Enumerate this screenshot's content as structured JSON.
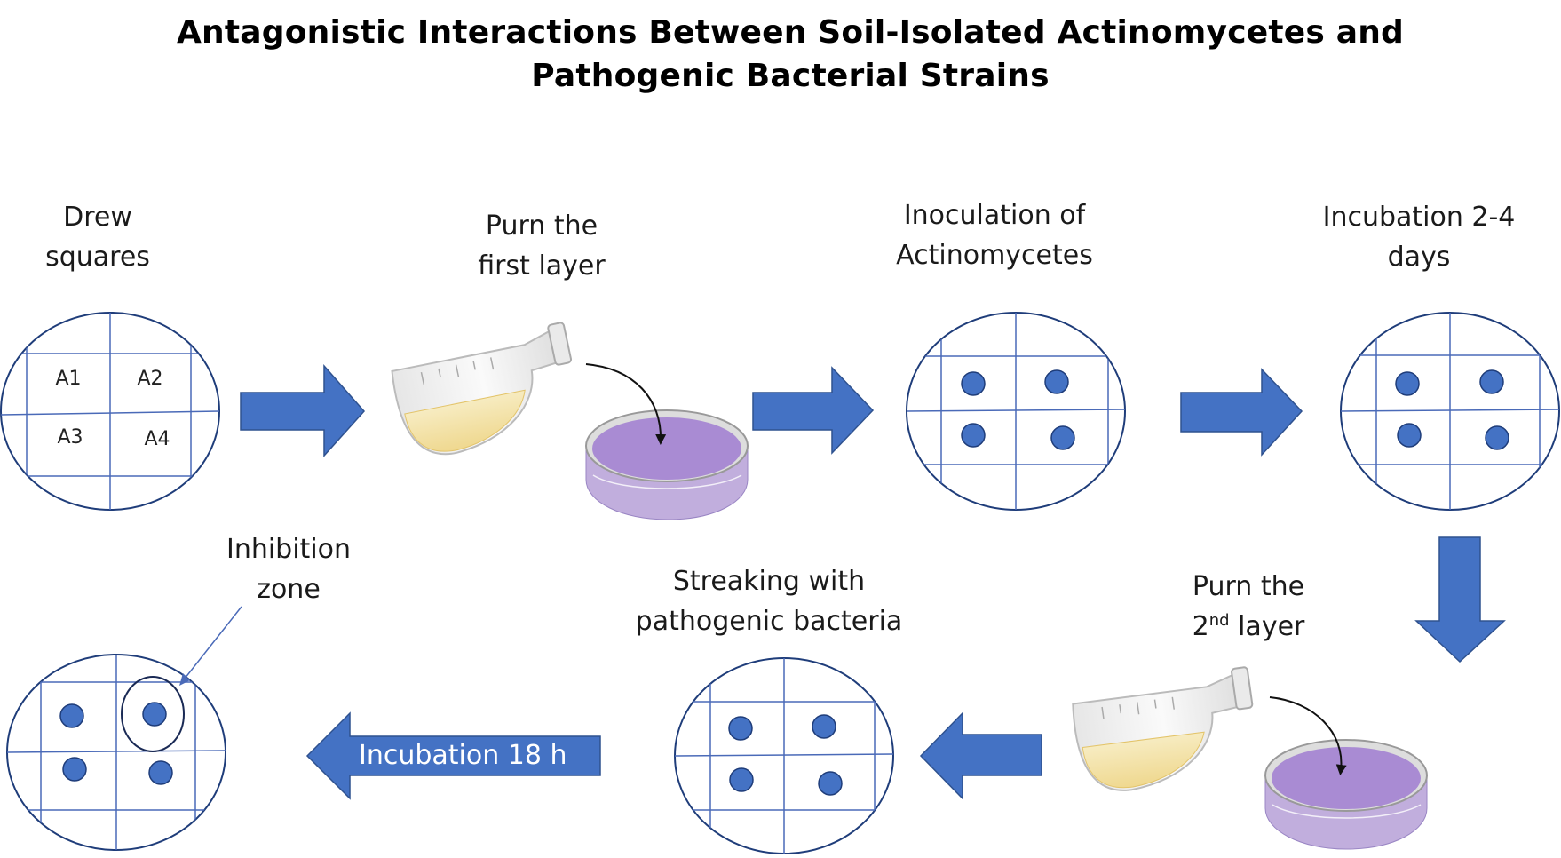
{
  "title": {
    "line1": "Antagonistic Interactions Between Soil-Isolated Actinomycetes and",
    "line2": "Pathogenic Bacterial Strains"
  },
  "steps": {
    "drew_squares": {
      "line1": "Drew",
      "line2": "squares"
    },
    "pour_first": {
      "line1": "Purn the",
      "line2": "first layer"
    },
    "inoculation": {
      "line1": "Inoculation of",
      "line2": "Actinomycetes"
    },
    "incubation_days": {
      "line1": "Incubation 2-4",
      "line2": "days"
    },
    "pour_second": {
      "line1": "Purn the",
      "line2_base": "2",
      "line2_sup": "nd",
      "line2_rest": " layer"
    },
    "streaking": {
      "line1": "Streaking with",
      "line2": "pathogenic bacteria"
    },
    "inhibition": {
      "line1": "Inhibition",
      "line2": "zone"
    },
    "incubation_hours": "Incubation 18 h"
  },
  "squares": {
    "a1": "A1",
    "a2": "A2",
    "a3": "A3",
    "a4": "A4"
  },
  "colors": {
    "arrow_blue": "#4472c4",
    "dot_blue": "#4472c4",
    "grid_line": "#2f52a0",
    "medium_purple": "#a98bd3",
    "flask_liquid": "#f2e1a6"
  }
}
